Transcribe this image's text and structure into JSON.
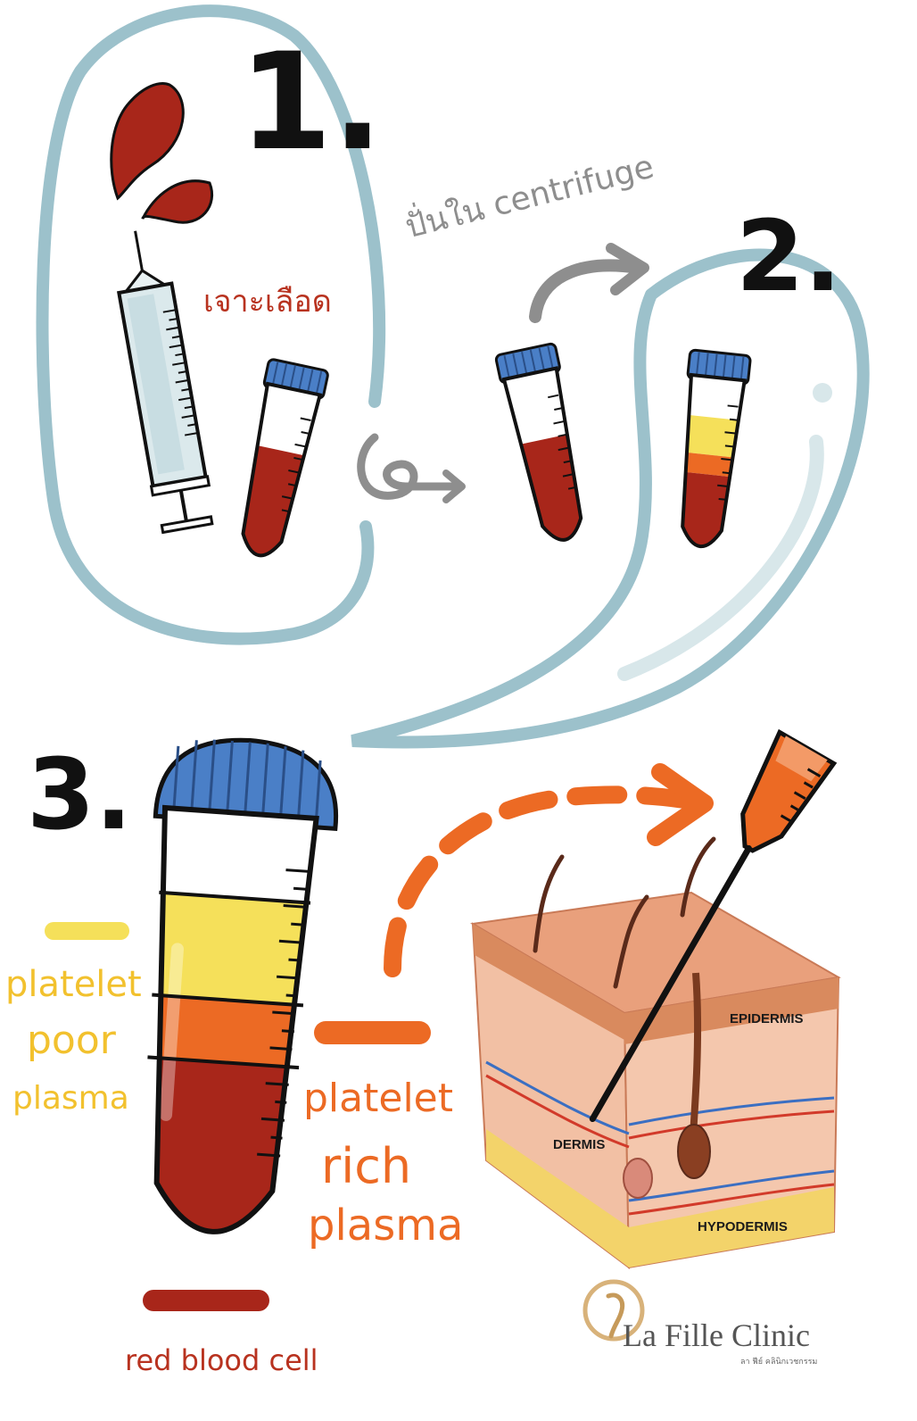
{
  "steps": {
    "step1": "1.",
    "step2": "2.",
    "step3": "3."
  },
  "labels": {
    "blood_draw": "เจาะเลือด",
    "centrifuge": "ปั่นใน centrifuge",
    "ppp_line1": "platelet",
    "ppp_line2": "poor",
    "ppp_line3": "plasma",
    "prp_line1": "platelet",
    "prp_line2": "rich",
    "prp_line3": "plasma",
    "rbc": "red blood cell"
  },
  "skin_layers": {
    "epidermis": "EPIDERMIS",
    "dermis": "DERMIS",
    "hypodermis": "HYPODERMIS"
  },
  "logo": {
    "name": "La Fille Clinic",
    "subtitle": "ลา ฟีย์ คลินิกเวชกรรม"
  },
  "colors": {
    "blood": "#a8261a",
    "cap_blue": "#4a7fc7",
    "plasma_yellow": "#f5e05a",
    "prp_orange": "#ec6a24",
    "bubble_outline": "#9cc1cb",
    "ppp_text": "#f2c12e",
    "prp_text": "#ec6a24",
    "rbc_text": "#b8321f"
  }
}
